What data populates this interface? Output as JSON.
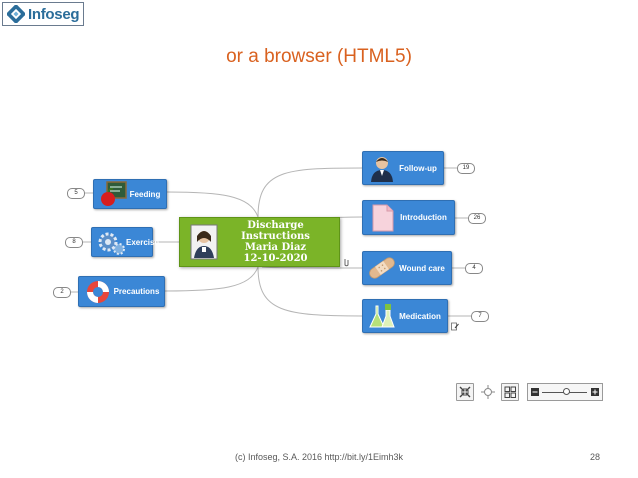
{
  "logo": {
    "text": "Infoseg"
  },
  "title": "or a browser (HTML5)",
  "mindmap": {
    "central": {
      "line1": "Discharge Instructions",
      "line2": "Maria Diaz",
      "line3": "12-10-2020",
      "icon": "nurse-avatar-icon",
      "color": "#7bb428"
    },
    "node_color": "#3b87d6",
    "left_nodes": [
      {
        "label": "Feeding",
        "badge": "5",
        "icon": "apple-chalkboard-icon"
      },
      {
        "label": "Exercise",
        "badge": "8",
        "icon": "gears-icon"
      },
      {
        "label": "Precautions",
        "badge": "2",
        "icon": "lifebuoy-icon"
      }
    ],
    "right_nodes": [
      {
        "label": "Follow-up",
        "badge": "19",
        "icon": "doctor-icon"
      },
      {
        "label": "Introduction",
        "badge": "26",
        "icon": "document-icon"
      },
      {
        "label": "Wound care",
        "badge": "4",
        "icon": "bandage-icon"
      },
      {
        "label": "Medication",
        "badge": "7",
        "icon": "flask-icon"
      }
    ]
  },
  "toolbar": {
    "buttons": [
      "fit-to-screen-icon",
      "center-icon",
      "grid-view-icon"
    ],
    "zoom_level": 0.55
  },
  "footer": "(c) Infoseg, S.A. 2016  http://bit.ly/1Eimh3k",
  "page_number": "28"
}
